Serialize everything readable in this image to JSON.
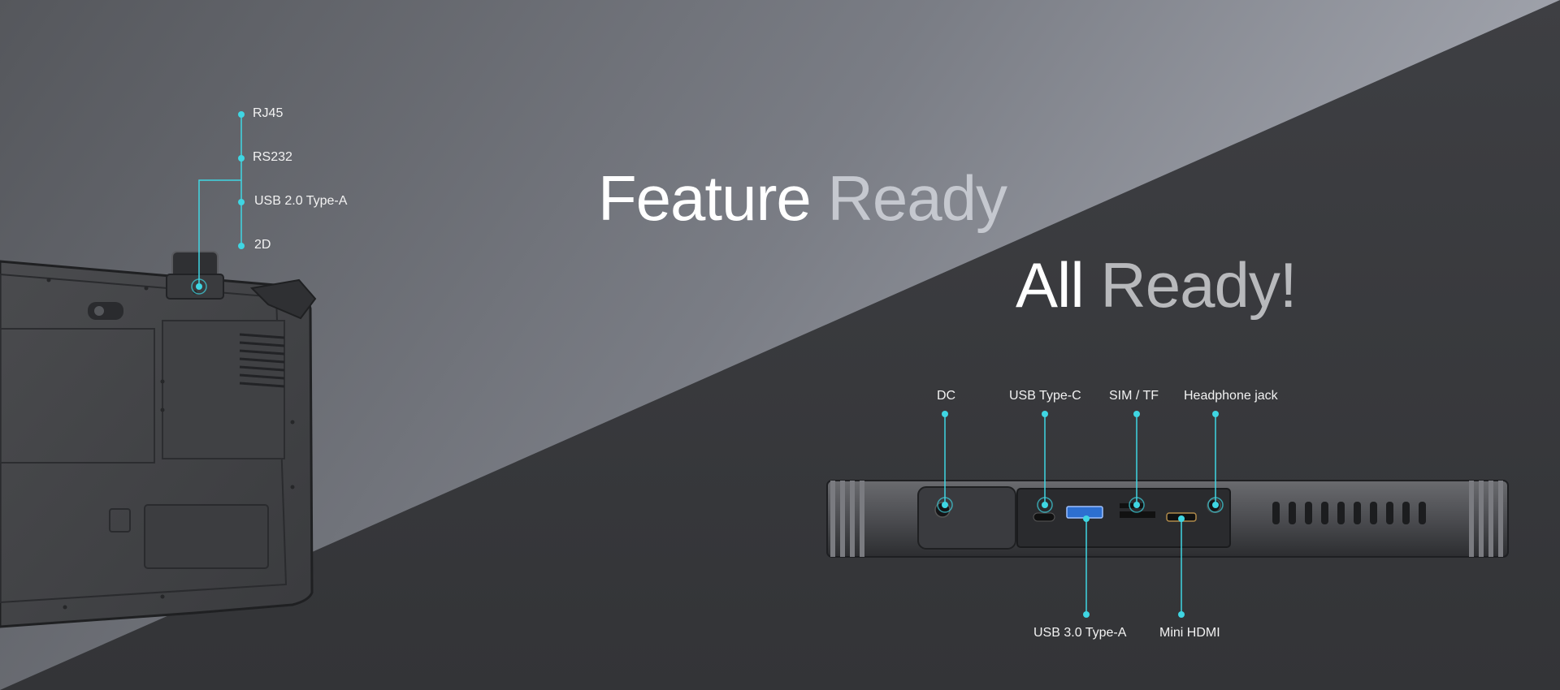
{
  "headline_1": {
    "word_1": "Feature",
    "word_2": "Ready"
  },
  "headline_2": {
    "word_1": "All",
    "word_2": "Ready!"
  },
  "side_ports": [
    "RJ45",
    "RS232",
    "USB 2.0 Type-A",
    "2D"
  ],
  "top_ports": [
    "DC",
    "USB Type-C",
    "SIM / TF",
    "Headphone jack"
  ],
  "bottom_ports": [
    "USB 3.0 Type-A",
    "Mini HDMI"
  ],
  "colors": {
    "accent": "#3fd6e3",
    "light_bg": "#8a8e96",
    "dark_bg": "#38393c"
  }
}
